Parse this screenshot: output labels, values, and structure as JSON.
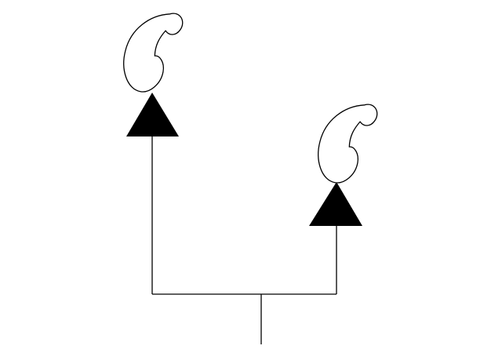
{
  "diagram": {
    "type": "telephone-branch-network",
    "background": "#ffffff",
    "line_color": "#000000",
    "triangle_fill": "#000000",
    "handset_fill": "#ffffff",
    "nodes": [
      {
        "id": "left-branch",
        "symbol": "telephone-handset-icon",
        "marker": "filled-triangle-up"
      },
      {
        "id": "right-branch",
        "symbol": "telephone-handset-icon",
        "marker": "filled-triangle-up"
      }
    ],
    "connections": [
      {
        "from": "trunk",
        "to": "left-branch"
      },
      {
        "from": "trunk",
        "to": "right-branch"
      }
    ]
  }
}
